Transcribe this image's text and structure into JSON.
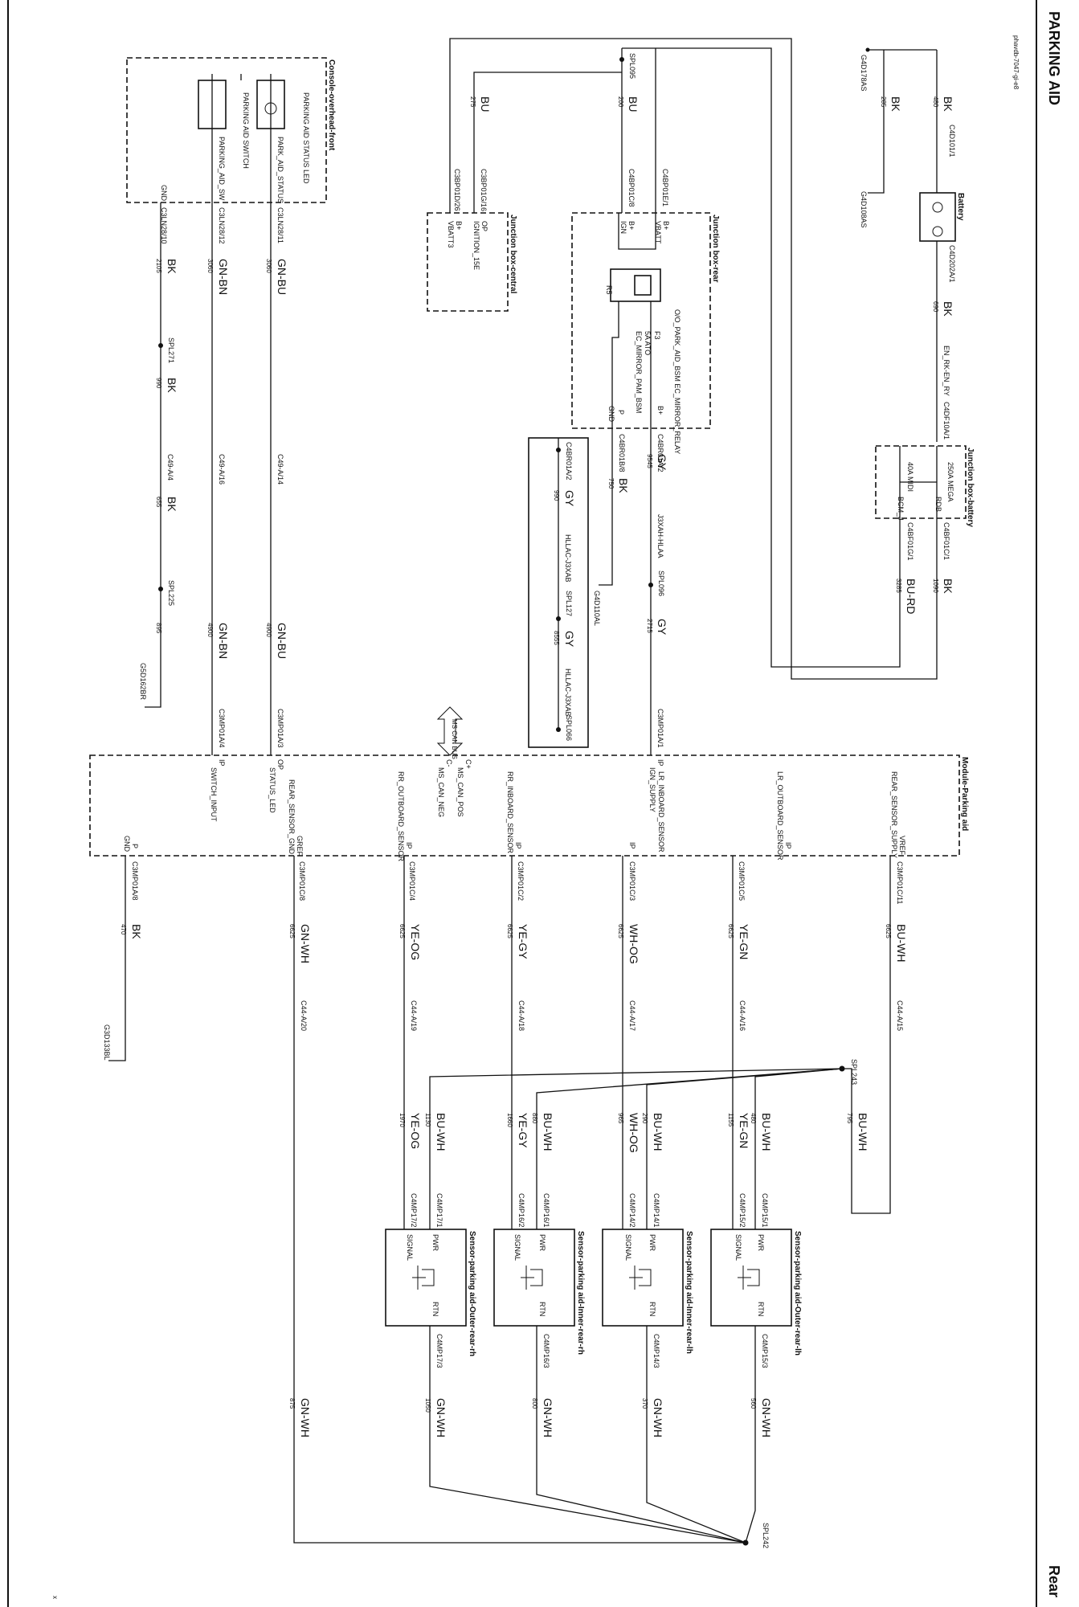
{
  "header": {
    "title": "PARKING AID",
    "doc_id": "phavdb-7047-gi-e8",
    "location": "Rear"
  },
  "footer": {
    "mark": "x"
  },
  "components": {
    "battery": {
      "title": "Battery",
      "pin_neg": "C4D101/1",
      "pin_pos": "C4D202A/1"
    },
    "jb_battery": {
      "title": "Junction box-battery",
      "fuse_mega": "250A MEGA",
      "fuse_midi": "40A MIDI",
      "bcm": "BCM_J",
      "rdb": "RDB",
      "pin_in": "C4DF10A/1",
      "pin_out1": "C4BF01C/1",
      "pin_out2": "C4BF01G/1"
    },
    "jb_rear": {
      "title": "Junction box-rear",
      "relay_label": "O/O_PARK_AID_BSM\nEC_MIRROR_RELAY",
      "fuse": "F3",
      "fuse_rating": "5A ATO",
      "fuse_out": "EC_MIRROR_PAM_BSM",
      "relay_id": "R5",
      "b_plus1": "B+",
      "vbatt": "VBATT",
      "ign": "IGN",
      "b_plus2": "B+",
      "pin_b": "B+",
      "pin_p": "P",
      "gnd": "GND",
      "pin1": "C4BP01E/1",
      "pin2": "C4BP01C/8",
      "pin3": "C4BR01A/2",
      "pin4": "C4BR01B/8"
    },
    "jb_central": {
      "title": "Junction box-central",
      "ign": "IGNITION_15E",
      "vbatt": "VBATT3",
      "op": "OP",
      "b_plus": "B+",
      "pin1": "C3BP01G/16",
      "pin2": "C3BP01D/26"
    },
    "console": {
      "title": "Console-overhead-front",
      "led": "PARKING AID STATUS LED",
      "switch": "PARKING AID SWITCH",
      "sig_status": "PARK_AID_STATUS",
      "sig_sw": "PARKING_AID_SW",
      "gnd": "GND",
      "pin1": "C3LN28/11",
      "pin2": "C3LN28/12",
      "pin3": "C3LN28/10"
    },
    "module": {
      "title": "Module-Parking aid",
      "sig_supply": "REAR_SENSOR_SUPPLY",
      "sig_lr_out": "LR_OUTBOARD_SENSOR",
      "sig_lr_in": "LR_INBOARD_SENSOR",
      "sig_rr_in": "RR_INBOARD_SENSOR",
      "sig_rr_out": "RR_OUTBOARD_SENSOR",
      "sig_gnd": "REAR_SENSOR_GND",
      "sig_status": "STATUS_LED",
      "sig_sw": "SWITCH_INPUT",
      "sig_can_neg": "MS_CAN_NEG",
      "sig_can_pos": "MS_CAN_POS",
      "sig_ign": "IGN_SUPPLY",
      "vref": "VREF",
      "greef": "GREF",
      "ip": "IP",
      "op": "OP",
      "p": "P",
      "gnd": "GND",
      "can": "MS CAN BUS",
      "cplus": "C+",
      "cminus": "C-",
      "pins": {
        "gnd": "C3MP01A/8",
        "p8": "C3MP01C/8",
        "p4": "C3MP01C/4",
        "p2": "C3MP01C/2",
        "p3": "C3MP01C/3",
        "p5": "C3MP01C/5",
        "p11": "C3MP01C/11",
        "p_sw": "C3MP01A/4",
        "p_led": "C3MP01A/3",
        "p_ign": "C3MP01A/1"
      }
    },
    "sensors": [
      {
        "title": "Sensor-parking aid-Outer-rear-lh",
        "pwr": "PWR",
        "signal": "SIGNAL",
        "rtn": "RTN",
        "pin_pwr": "C4MP15/1",
        "pin_sig": "C4MP15/2",
        "pin_rtn": "C4MP15/3"
      },
      {
        "title": "Sensor-parking aid-Inner-rear-lh",
        "pwr": "PWR",
        "signal": "SIGNAL",
        "rtn": "RTN",
        "pin_pwr": "C4MP14/1",
        "pin_sig": "C4MP14/2",
        "pin_rtn": "C4MP14/3"
      },
      {
        "title": "Sensor-parking aid-Inner-rear-rh",
        "pwr": "PWR",
        "signal": "SIGNAL",
        "rtn": "RTN",
        "pin_pwr": "C4MP16/1",
        "pin_sig": "C4MP16/2",
        "pin_rtn": "C4MP16/3"
      },
      {
        "title": "Sensor-parking aid-Outer-rear-rh",
        "pwr": "PWR",
        "signal": "SIGNAL",
        "rtn": "RTN",
        "pin_pwr": "C4MP17/1",
        "pin_sig": "C4MP17/2",
        "pin_rtn": "C4MP17/3"
      }
    ]
  },
  "grounds": {
    "g1": "G4D178AS",
    "g2": "G4D108AS",
    "g3": "G4D110AL",
    "g4": "G5D162BR",
    "g5": "G3D133BL"
  },
  "splices": {
    "s095": "SPL095",
    "s096": "SPL096",
    "s127": "SPL127",
    "s066": "SPL066",
    "s271": "SPL271",
    "s225": "SPL225",
    "s243": "SPL243",
    "s242": "SPL242"
  },
  "wires": {
    "bk": "BK",
    "bu": "BU",
    "burd": "BU-RD",
    "gy": "GY",
    "gnbu": "GN-BU",
    "gnbn": "GN-BN",
    "buwh": "BU-WH",
    "yegn": "YE-GN",
    "whog": "WH-OG",
    "yegy": "YE-GY",
    "yeog": "YE-OG",
    "gnwh": "GN-WH",
    "enrden": "EN_RK-EN_RY",
    "n480": "480",
    "n285": "285",
    "n690": "690",
    "n1090": "1090",
    "n3285": "3285",
    "n200": "200",
    "n275": "275",
    "n9545": "9545",
    "n750": "750",
    "n2715": "2715",
    "n990": "990",
    "n8555": "8555",
    "n3060a": "3060",
    "n3060b": "3060",
    "n2105": "2105",
    "n990b": "990",
    "n655": "655",
    "n895": "895",
    "n4900a": "4900",
    "n4900b": "4900",
    "n470": "470",
    "n6625": "6625",
    "n795": "795",
    "n480b": "480",
    "n1155": "1155",
    "n290": "290",
    "n965": "965",
    "n880": "880",
    "n1660": "1660",
    "n1130": "1130",
    "n1970": "1970",
    "n560": "560",
    "n370": "370",
    "n800": "800",
    "n1050": "1050",
    "n875": "875",
    "harn1": "HLLAC-J3XAB",
    "harn2": "J3XAH-HLAA",
    "harn3": "HLLAC-J3XAB"
  },
  "inline_connectors": {
    "c1": "C49-A/4",
    "c2": "C49-A/16",
    "c3": "C49-A/14",
    "c4": "C44-A/20",
    "c5": "C44-A/19",
    "c6": "C44-A/18",
    "c7": "C44-A/17",
    "c8": "C44-A/16",
    "c9": "C44-A/15",
    "c10": "C4BR01A/2"
  }
}
